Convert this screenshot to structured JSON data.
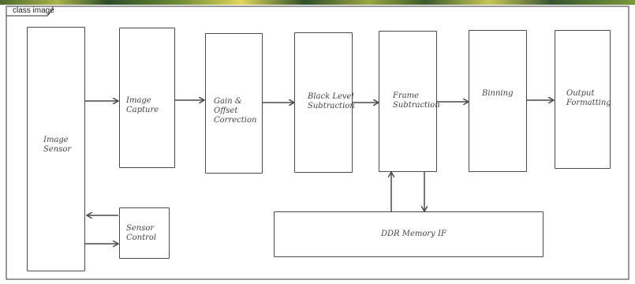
{
  "frame": {
    "title": "class image"
  },
  "blocks": {
    "image_sensor": {
      "label": "Image\nSensor"
    },
    "image_capture": {
      "label": "Image Capture"
    },
    "gain_offset": {
      "label": "Gain &\nOffset\nCorrection"
    },
    "black_level": {
      "label": "Black Level\nSubtraction"
    },
    "frame_subtraction": {
      "label": "Frame\nSubtraction"
    },
    "binning": {
      "label": "Binning"
    },
    "output_formatting": {
      "label": "Output\nFormatting"
    },
    "sensor_control": {
      "label": "Sensor\nControl"
    },
    "ddr_memory": {
      "label": "DDR Memory IF"
    }
  },
  "colors": {
    "stroke": "#4a4a4a",
    "text": "#444444"
  }
}
